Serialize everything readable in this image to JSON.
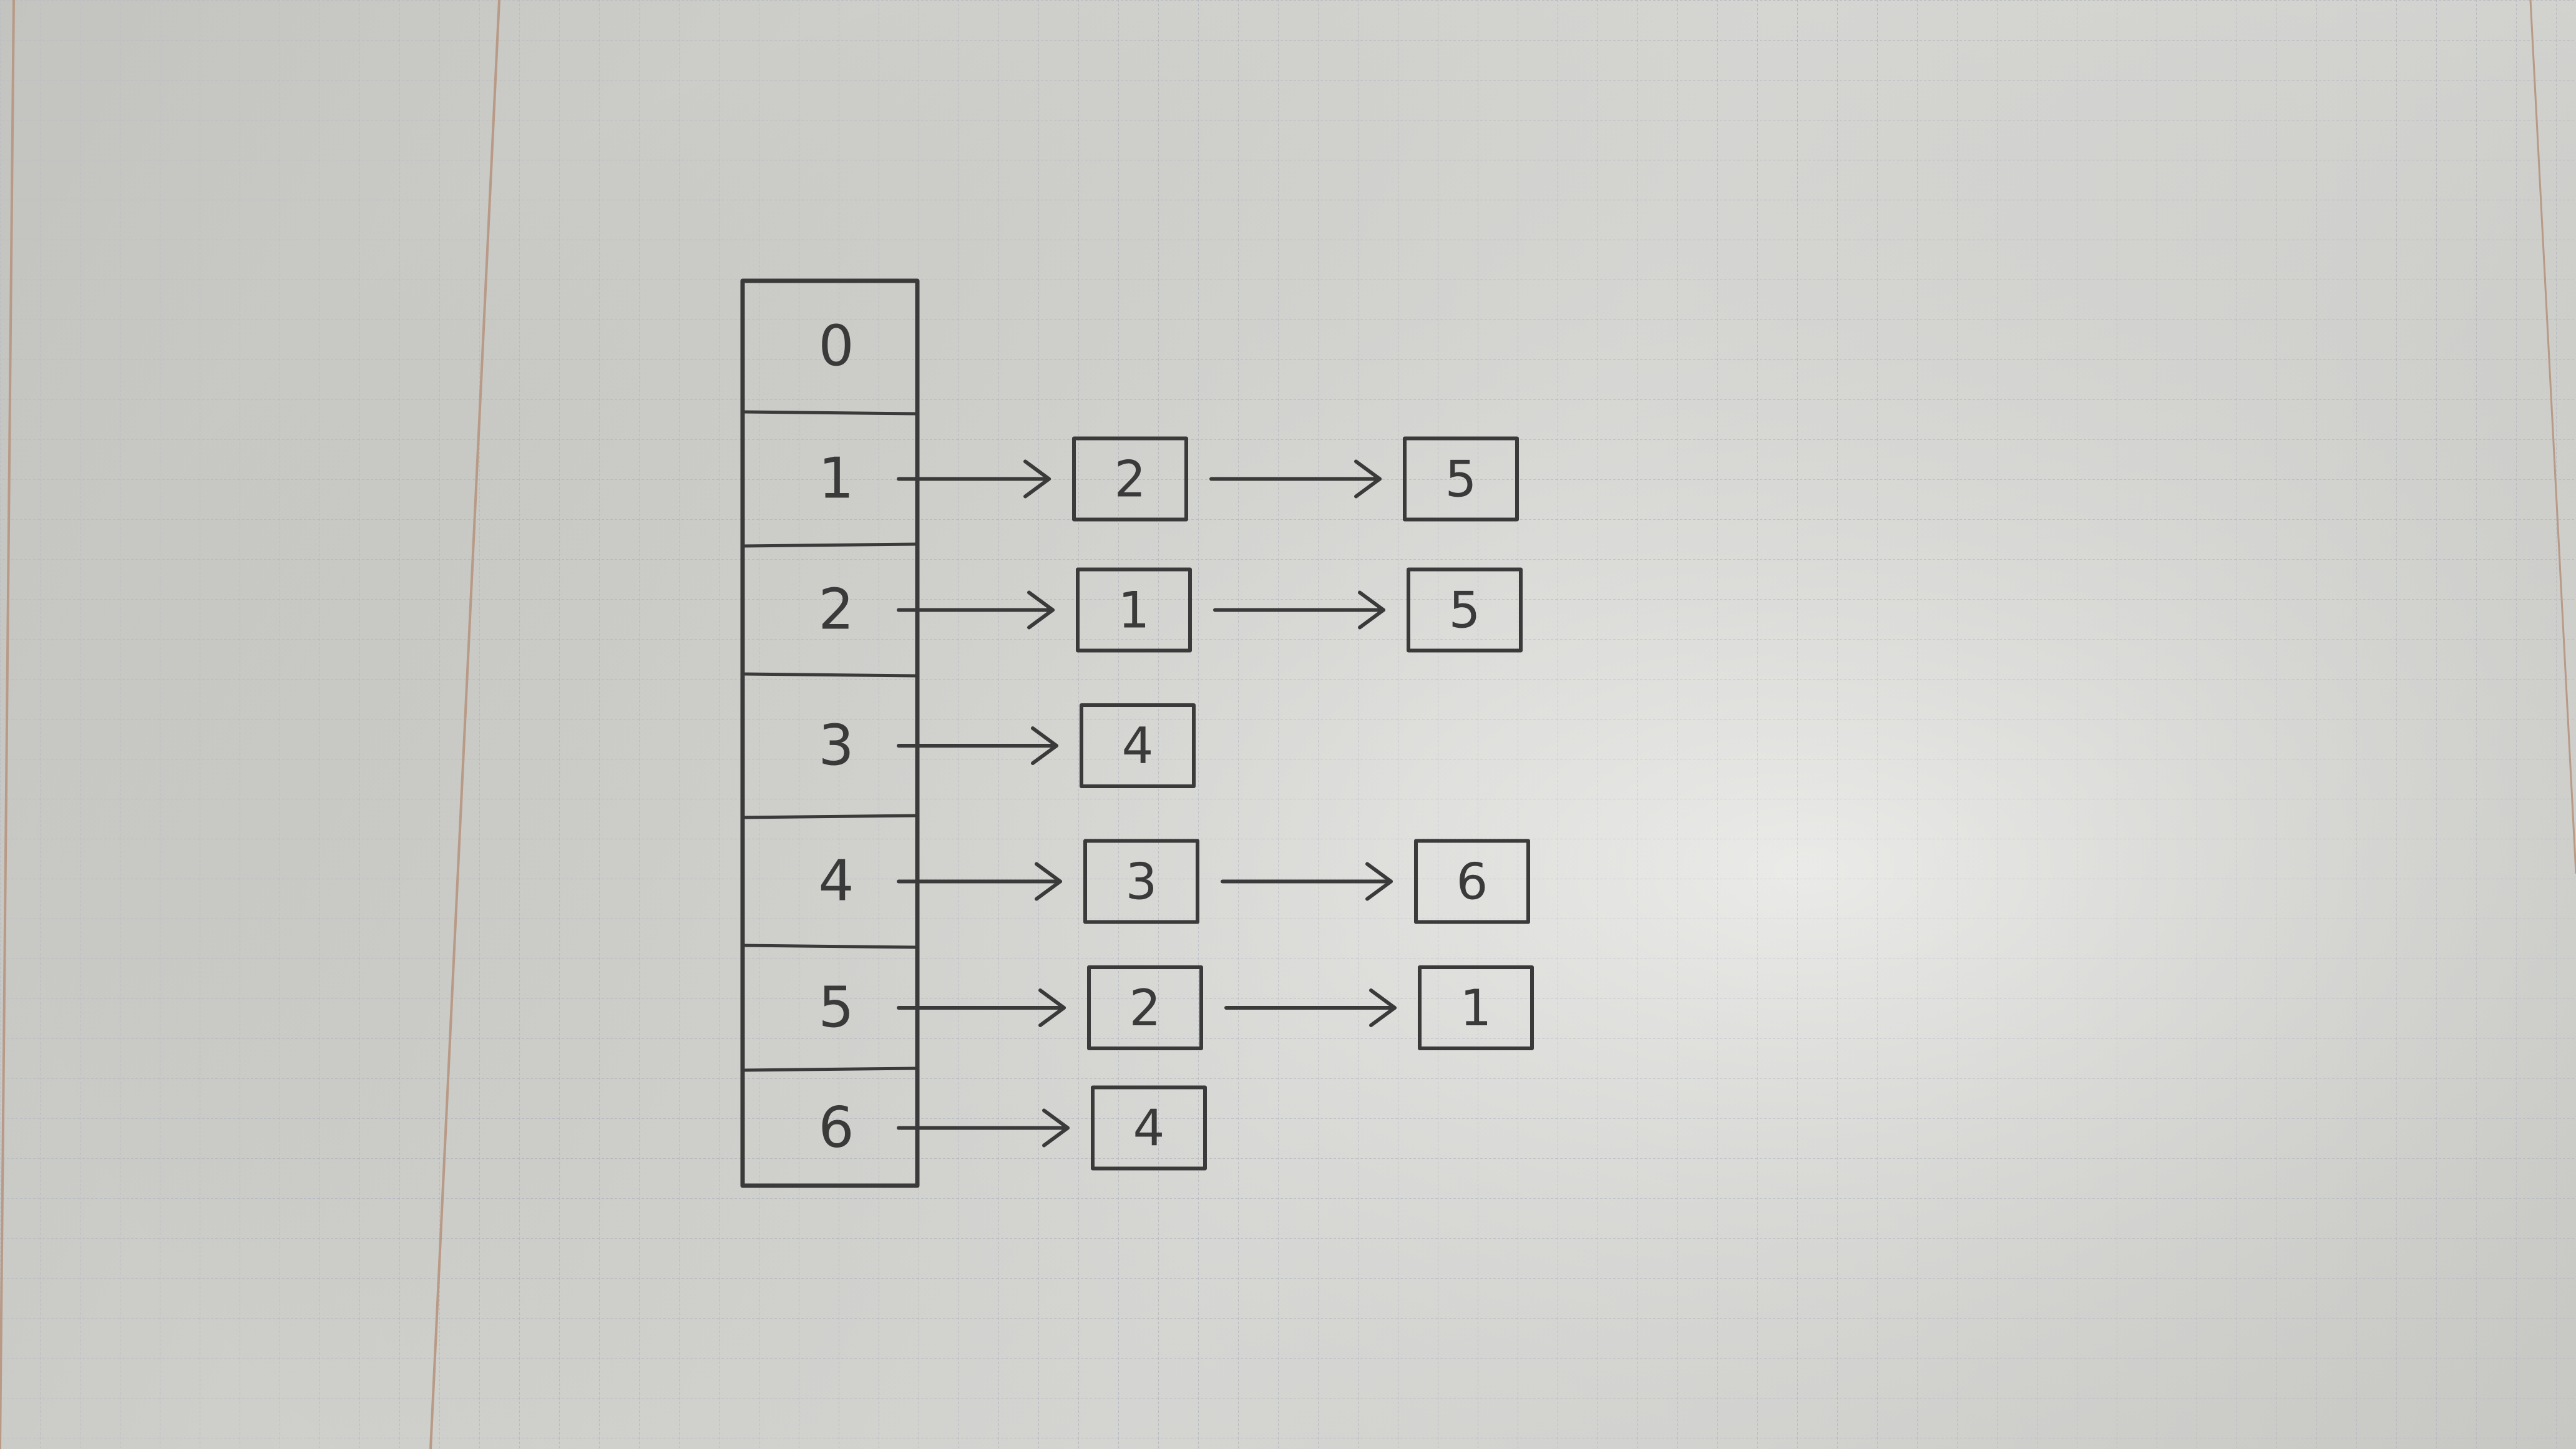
{
  "adjacency_list": {
    "vertices": [
      "0",
      "1",
      "2",
      "3",
      "4",
      "5",
      "6"
    ],
    "lists": [
      [],
      [
        "2",
        "5"
      ],
      [
        "1",
        "5"
      ],
      [
        "4"
      ],
      [
        "3",
        "6"
      ],
      [
        "2",
        "1"
      ],
      [
        "4"
      ]
    ]
  },
  "colors": {
    "pencil": "#3a3a3a",
    "paper": "#e4e4e1",
    "grid": "#c9ccd2"
  }
}
